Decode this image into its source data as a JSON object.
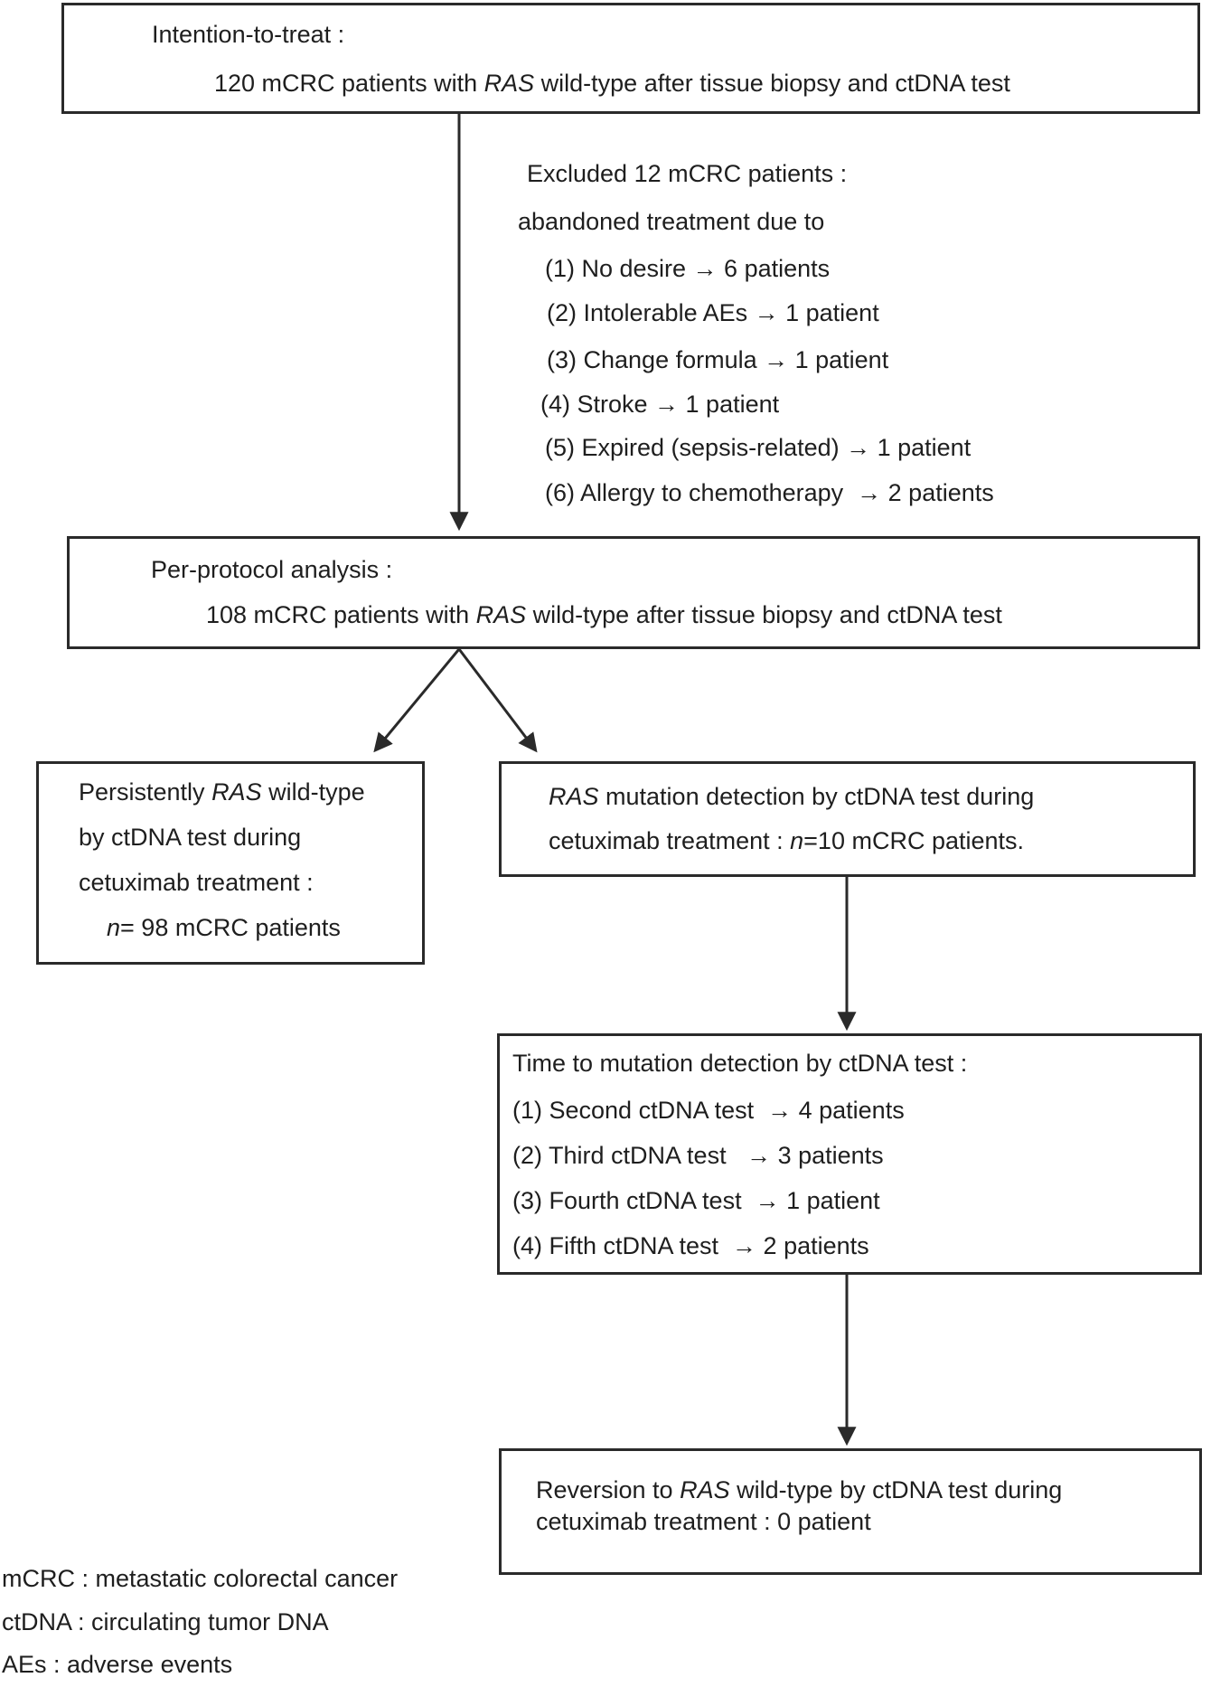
{
  "figure": {
    "type": "patient-flow-diagram",
    "background": "#ffffff",
    "ink_color": "#2a2a2a"
  },
  "boxes": {
    "itt": {
      "lines": [
        [
          {
            "t": "Intention-to-treat :"
          }
        ],
        [
          {
            "t": "120 mCRC patients with "
          },
          {
            "t": "RAS",
            "i": true
          },
          {
            "t": " wild-type after tissue biopsy and ctDNA test"
          }
        ]
      ]
    },
    "per_protocol": {
      "lines": [
        [
          {
            "t": "Per-protocol analysis :"
          }
        ],
        [
          {
            "t": "108 mCRC patients with "
          },
          {
            "t": "RAS",
            "i": true
          },
          {
            "t": " wild-type after tissue biopsy and ctDNA test"
          }
        ]
      ]
    },
    "persistent_wildtype": {
      "lines": [
        [
          {
            "t": "Persistently "
          },
          {
            "t": "RAS",
            "i": true
          },
          {
            "t": " wild-type"
          }
        ],
        [
          {
            "t": "by ctDNA test during"
          }
        ],
        [
          {
            "t": "cetuximab treatment :"
          }
        ],
        [
          {
            "t": "n",
            "i": true
          },
          {
            "t": "= 98 mCRC patients"
          }
        ]
      ]
    },
    "ras_mutation": {
      "lines": [
        [
          {
            "t": "RAS",
            "i": true
          },
          {
            "t": " mutation detection by ctDNA test during"
          }
        ],
        [
          {
            "t": "cetuximab treatment : "
          },
          {
            "t": "n",
            "i": true
          },
          {
            "t": "=10 mCRC patients."
          }
        ]
      ]
    },
    "time_to_mutation": {
      "lines": [
        [
          {
            "t": "Time to mutation detection by ctDNA test :"
          }
        ],
        [
          {
            "t": "(1) Second ctDNA test  → 4 patients"
          }
        ],
        [
          {
            "t": "(2) Third ctDNA test   → 3 patients"
          }
        ],
        [
          {
            "t": "(3) Fourth ctDNA test  → 1 patient"
          }
        ],
        [
          {
            "t": "(4) Fifth ctDNA test  → 2 patients"
          }
        ]
      ]
    },
    "reversion": {
      "lines": [
        [
          {
            "t": "Reversion to "
          },
          {
            "t": "RAS",
            "i": true
          },
          {
            "t": " wild-type by ctDNA test during"
          }
        ],
        [
          {
            "t": "cetuximab treatment : 0 patient"
          }
        ]
      ]
    }
  },
  "excluded_note": {
    "lines": [
      [
        {
          "t": "Excluded 12 mCRC patients :"
        }
      ],
      [
        {
          "t": "abandoned treatment due to"
        }
      ],
      [
        {
          "t": "(1) No desire → 6 patients"
        }
      ],
      [
        {
          "t": "(2) Intolerable AEs → 1 patient"
        }
      ],
      [
        {
          "t": "(3) Change formula → 1 patient"
        }
      ],
      [
        {
          "t": "(4) Stroke → 1 patient"
        }
      ],
      [
        {
          "t": "(5) Expired (sepsis-related) → 1 patient"
        }
      ],
      [
        {
          "t": "(6) Allergy to chemotherapy  → 2 patients"
        }
      ]
    ]
  },
  "legend": {
    "lines": [
      [
        {
          "t": "mCRC : metastatic colorectal cancer"
        }
      ],
      [
        {
          "t": "ctDNA : circulating tumor DNA"
        }
      ],
      [
        {
          "t": "AEs : adverse events"
        }
      ]
    ]
  }
}
